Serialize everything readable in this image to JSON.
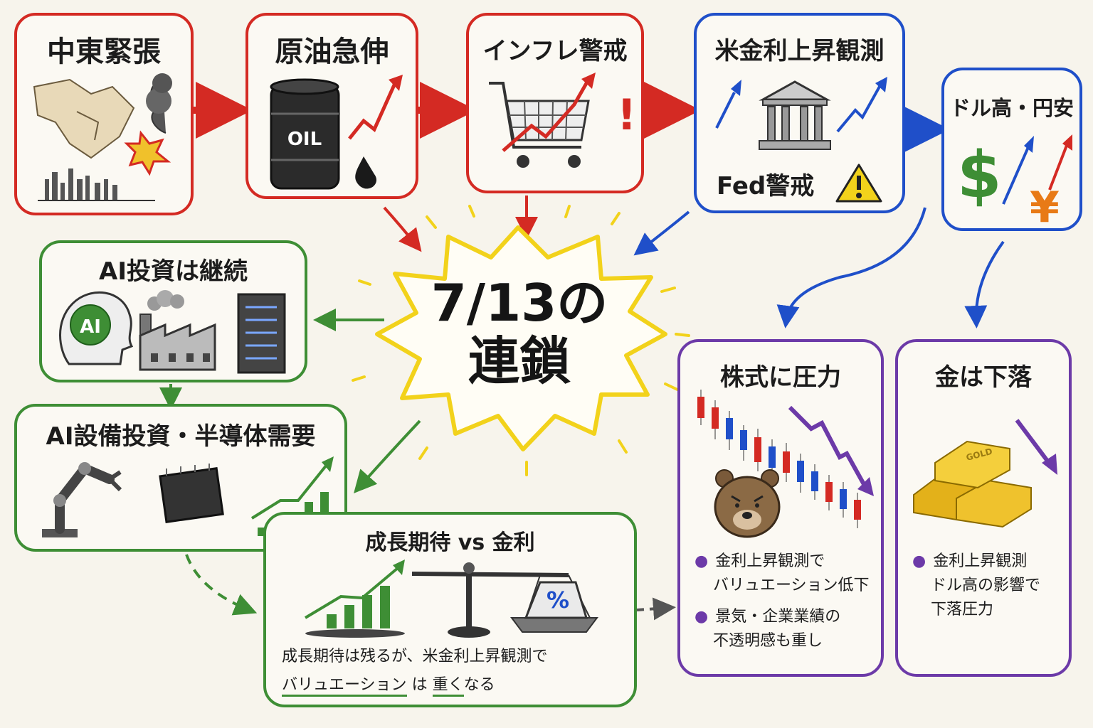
{
  "nodes": {
    "mideast": "中東緊張",
    "crude": "原油急伸",
    "inflation": "インフレ警戒",
    "rates": "米金利上昇観測",
    "fed_label": "Fed警戒",
    "dollar": "ドル高・円安",
    "ai_invest": "AI投資は継続",
    "ai_capex": "AI設備投資・半導体需要",
    "growth": "成長期待 vs 金利",
    "stocks": "株式に圧力",
    "gold": "金は下落"
  },
  "center": {
    "line1": "7/13の",
    "line2": "連鎖"
  },
  "icon_text": {
    "oil": "OIL",
    "ai": "AI",
    "gold_bar": "GOLD",
    "percent": "%",
    "dollar_sign": "$",
    "yen_sign": "¥"
  },
  "growth_caption": {
    "line1": "成長期待は残るが、米金利上昇観測で",
    "line2_a": "バリュエーション",
    "line2_b": "は",
    "line2_c": "重く",
    "line2_d": "なる"
  },
  "stocks_bullets": [
    {
      "l1": "金利上昇観測で",
      "l2": "バリュエーション低下"
    },
    {
      "l1": "景気・企業業績の",
      "l2": "不透明感も重し"
    }
  ],
  "gold_bullet": {
    "l1": "金利上昇観測",
    "l2": "ドル高の影響で",
    "l3": "下落圧力"
  },
  "colors": {
    "red": "#d42a23",
    "blue": "#1f4fc9",
    "green": "#3e8e35",
    "purple": "#6c3aa8",
    "yellow": "#f2d21b"
  }
}
